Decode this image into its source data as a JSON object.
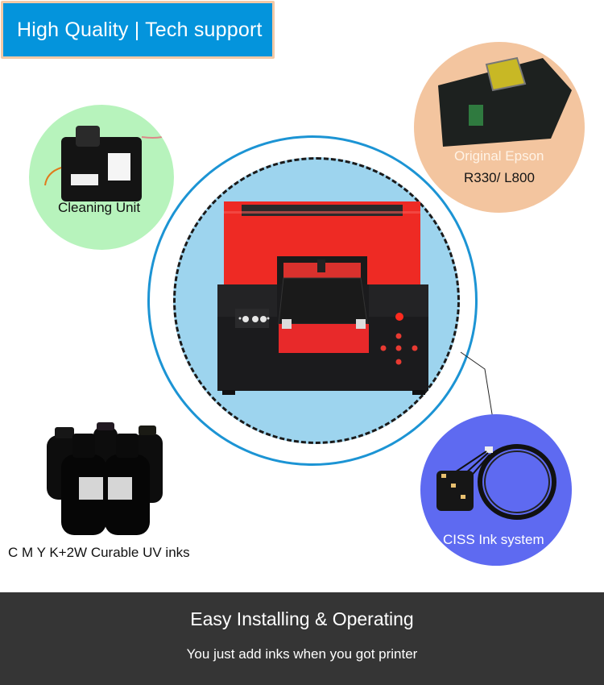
{
  "badge": {
    "text": "High Quality | Tech support",
    "bg": "#0494dc",
    "border": "#f3c9a6"
  },
  "center": {
    "product": "UV flatbed printer",
    "outer_ring_color": "#1c94d4",
    "inner_fill": "#9dd4ee",
    "body_colors": {
      "top": "#ee2a24",
      "base": "#1b1b1d",
      "tray": "#e8292a"
    }
  },
  "features": [
    {
      "id": "cleaning",
      "label": "Cleaning Unit",
      "circle_color": "#b7f3bc"
    },
    {
      "id": "printhead",
      "label_line1": "Original Epson",
      "label_line2": "R330/ L800",
      "circle_color": "#f3c59f"
    },
    {
      "id": "ciss",
      "label": "CISS Ink system",
      "circle_color": "#5e6af1"
    },
    {
      "id": "inks",
      "label": "C M Y K+2W Curable UV inks"
    }
  ],
  "footer": {
    "title": "Easy Installing & Operating",
    "subtitle": "You just add inks when you got printer",
    "bg": "#353535"
  }
}
